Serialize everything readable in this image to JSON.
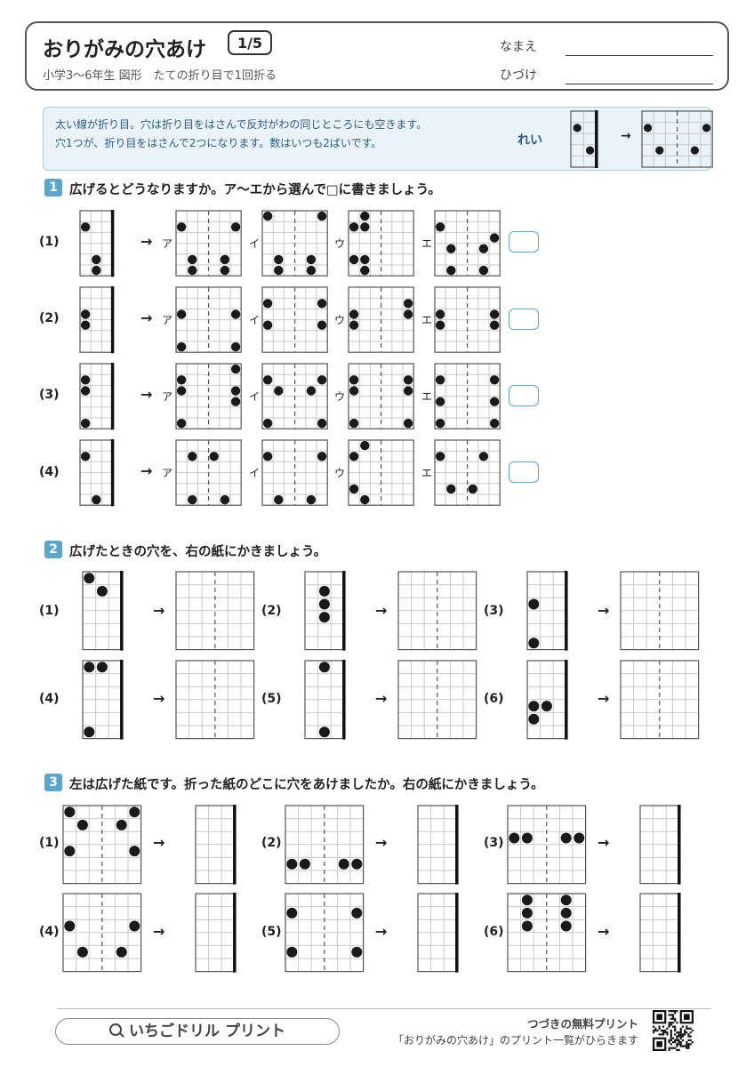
{
  "header": {
    "title": "おりがみの穴あけ",
    "page": "1/5",
    "subtitle": "小学3〜6年生 図形　たての折り目で1回折る",
    "name_label": "なまえ",
    "date_label": "ひづけ"
  },
  "info": {
    "line1": "太い線が折り目。穴は折り目をはさんで反対がわの同じところにも空きます。",
    "line2": "穴1つが、折り目をはさんで2つになります。数はいつも2ばいです。",
    "example_label": "れい"
  },
  "section1": {
    "number": "1",
    "instruction": "広げるとどうなりますか。ア〜エから選んで□に書きましょう。",
    "option_labels": [
      "ア",
      "イ",
      "ウ",
      "エ"
    ],
    "problems": [
      {
        "label": "(1)"
      },
      {
        "label": "(2)"
      },
      {
        "label": "(3)"
      },
      {
        "label": "(4)"
      }
    ]
  },
  "section2": {
    "number": "2",
    "instruction": "広げたときの穴を、右の紙にかきましょう。",
    "problems": [
      "(1)",
      "(2)",
      "(3)",
      "(4)",
      "(5)",
      "(6)"
    ]
  },
  "section3": {
    "number": "3",
    "instruction": "左は広げた紙です。折った紙のどこに穴をあけましたか。右の紙にかきましょう。",
    "problems": [
      "(1)",
      "(2)",
      "(3)",
      "(4)",
      "(5)",
      "(6)"
    ]
  },
  "footer": {
    "brand": "いちごドリル プリント",
    "line1": "つづきの無料プリント",
    "line2": "「おりがみの穴あけ」のプリント一覧がひらきます"
  }
}
